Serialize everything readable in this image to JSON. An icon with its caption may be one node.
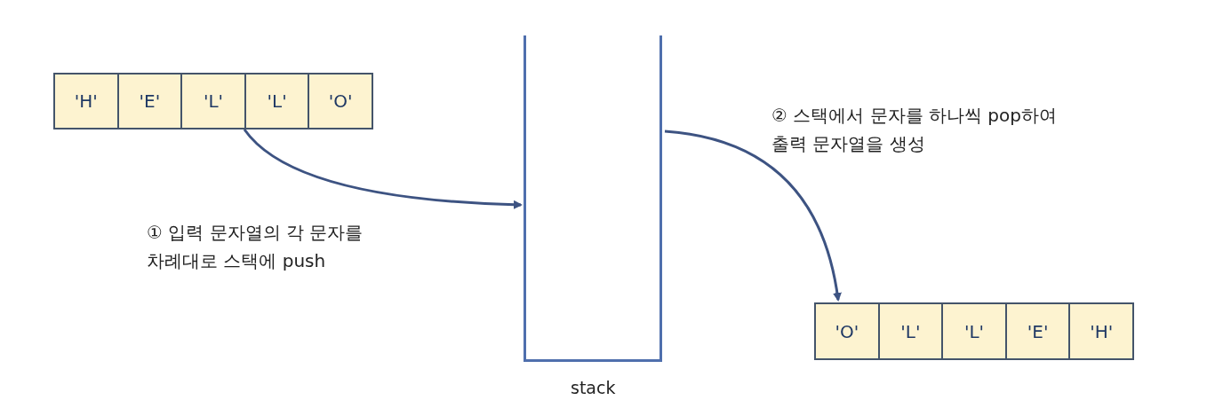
{
  "diagram": {
    "nodes": [
      {
        "text": [],
        "shape": "box"
      },
      {
        "text": [
          "'H'"
        ],
        "in": 0
      },
      {
        "text": [
          "'E'"
        ],
        "in": 0
      },
      {
        "text": [
          "'L'"
        ],
        "in": 0
      },
      {
        "text": [
          "'L'"
        ],
        "in": 0
      },
      {
        "text": [
          "'O'"
        ],
        "in": 0
      },
      {
        "text": [],
        "shape": "container",
        "beside": [
          "stack"
        ]
      },
      {
        "text": [],
        "shape": "box"
      },
      {
        "text": [
          "'O'"
        ],
        "in": 7
      },
      {
        "text": [
          "'L'"
        ],
        "in": 7
      },
      {
        "text": [
          "'L'"
        ],
        "in": 7
      },
      {
        "text": [
          "'E'"
        ],
        "in": 7
      },
      {
        "text": [
          "'H'"
        ],
        "in": 7
      }
    ],
    "edges": [
      {
        "from": 0,
        "to": 6,
        "arrow": "to",
        "label": "① 입력 문자열의 각 문자를 차례대로 스택에 push"
      },
      {
        "from": 6,
        "to": 7,
        "arrow": "to",
        "label": "② 스택에서 문자를 하나씩 pop하여 출력 문자열을 생성"
      }
    ]
  }
}
